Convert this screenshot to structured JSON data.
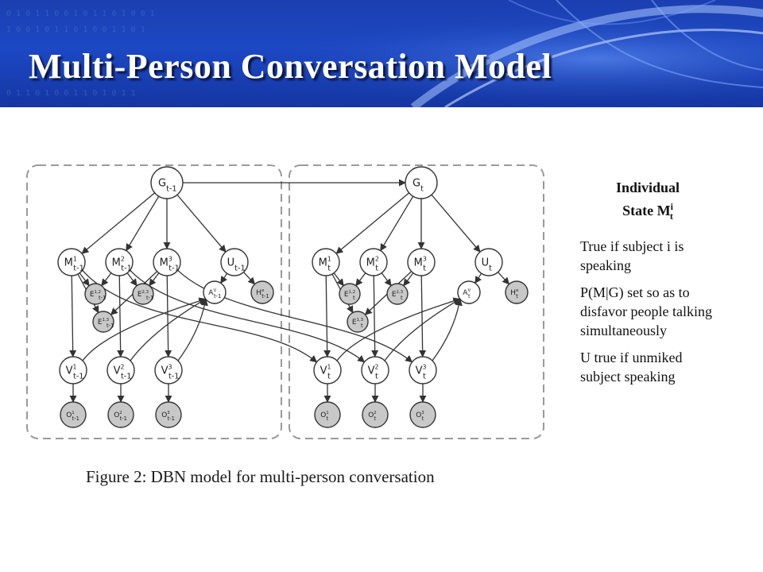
{
  "slide": {
    "title": "Multi-Person Conversation Model",
    "caption": "Figure 2: DBN model for multi-person conversation"
  },
  "sidebar": {
    "heading_line1": "Individual",
    "heading_line2_base": "State M",
    "heading_sup": "i",
    "heading_sub": "t",
    "notes": [
      "True if subject i is speaking",
      "P(M|G) set so as to disfavor people talking simultaneously",
      "U true if unmiked subject speaking"
    ]
  },
  "diagram": {
    "slices": [
      {
        "nodes": {
          "G": {
            "base": "G",
            "sup": "",
            "sub": "t-1"
          },
          "M1": {
            "base": "M",
            "sup": "1",
            "sub": "t-1"
          },
          "M2": {
            "base": "M",
            "sup": "2",
            "sub": "t-1"
          },
          "M3": {
            "base": "M",
            "sup": "3",
            "sub": "t-1"
          },
          "U": {
            "base": "U",
            "sup": "",
            "sub": "t-1"
          },
          "E12": {
            "base": "E",
            "sup": "1,2",
            "sub": "t-1"
          },
          "E23": {
            "base": "E",
            "sup": "2,3",
            "sub": "t-1"
          },
          "E13": {
            "base": "E",
            "sup": "1,3",
            "sub": "t-1"
          },
          "AV": {
            "base": "A",
            "sup": "V",
            "sub": "t-1"
          },
          "HE": {
            "base": "H",
            "sup": "e",
            "sub": "t-1"
          },
          "V1": {
            "base": "V",
            "sup": "1",
            "sub": "t-1"
          },
          "V2": {
            "base": "V",
            "sup": "2",
            "sub": "t-1"
          },
          "V3": {
            "base": "V",
            "sup": "3",
            "sub": "t-1"
          },
          "O1": {
            "base": "O",
            "sup": "1",
            "sub": "t-1"
          },
          "O2": {
            "base": "O",
            "sup": "2",
            "sub": "t-1"
          },
          "O3": {
            "base": "O",
            "sup": "3",
            "sub": "t-1"
          }
        }
      },
      {
        "nodes": {
          "G": {
            "base": "G",
            "sup": "",
            "sub": "t"
          },
          "M1": {
            "base": "M",
            "sup": "1",
            "sub": "t"
          },
          "M2": {
            "base": "M",
            "sup": "2",
            "sub": "t"
          },
          "M3": {
            "base": "M",
            "sup": "3",
            "sub": "t"
          },
          "U": {
            "base": "U",
            "sup": "",
            "sub": "t"
          },
          "E12": {
            "base": "E",
            "sup": "1,2",
            "sub": "t"
          },
          "E23": {
            "base": "E",
            "sup": "2,3",
            "sub": "t"
          },
          "E13": {
            "base": "E",
            "sup": "1,3",
            "sub": "t"
          },
          "AV": {
            "base": "A",
            "sup": "V",
            "sub": "t"
          },
          "HE": {
            "base": "H",
            "sup": "e",
            "sub": "t"
          },
          "V1": {
            "base": "V",
            "sup": "1",
            "sub": "t"
          },
          "V2": {
            "base": "V",
            "sup": "2",
            "sub": "t"
          },
          "V3": {
            "base": "V",
            "sup": "3",
            "sub": "t"
          },
          "O1": {
            "base": "O",
            "sup": "1",
            "sub": "t"
          },
          "O2": {
            "base": "O",
            "sup": "2",
            "sub": "t"
          },
          "O3": {
            "base": "O",
            "sup": "3",
            "sub": "t"
          }
        }
      }
    ],
    "observed_nodes": [
      "E12",
      "E23",
      "E13",
      "HE",
      "O1",
      "O2",
      "O3"
    ],
    "edges": [
      [
        "G",
        "M1"
      ],
      [
        "G",
        "M2"
      ],
      [
        "G",
        "M3"
      ],
      [
        "G",
        "U"
      ],
      [
        "M1",
        "E12"
      ],
      [
        "M2",
        "E12"
      ],
      [
        "M2",
        "E23"
      ],
      [
        "M3",
        "E23"
      ],
      [
        "M1",
        "E13"
      ],
      [
        "M3",
        "E13"
      ],
      [
        "M1",
        "V1"
      ],
      [
        "M2",
        "V2"
      ],
      [
        "M3",
        "V3"
      ],
      [
        "U",
        "AV"
      ],
      [
        "U",
        "HE"
      ],
      [
        "V1",
        "O1"
      ],
      [
        "V2",
        "O2"
      ],
      [
        "V3",
        "O3"
      ]
    ],
    "colors": {
      "observed_fill": "#c8c8c8",
      "hidden_fill": "#ffffff",
      "stroke": "#333333",
      "slice_border": "#9a9a9a"
    }
  }
}
